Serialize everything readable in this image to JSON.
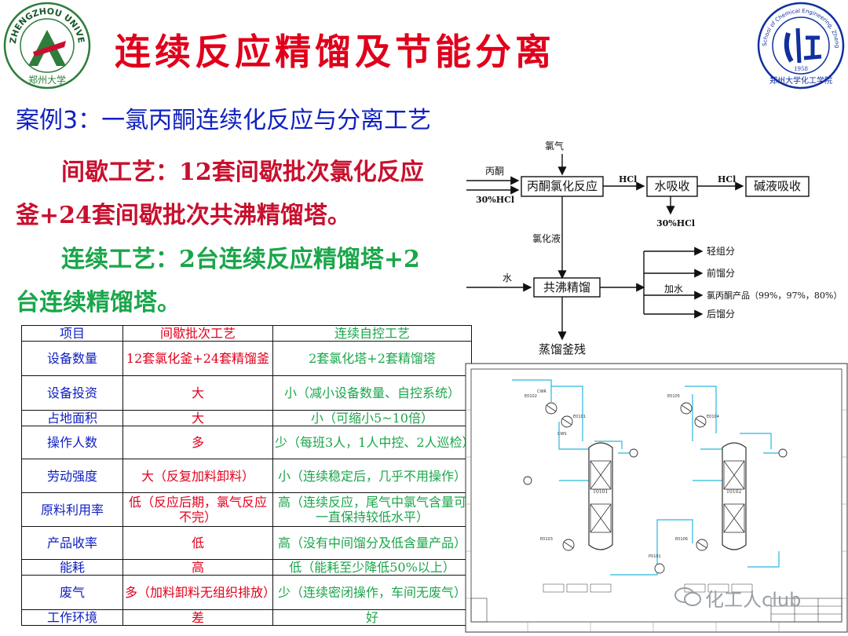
{
  "header": {
    "title": "连续反应精馏及节能分离",
    "left_logo": {
      "name": "zhengzhou-university-logo",
      "text_top": "ZHENGZHOU UNIVERSITY",
      "text_bottom": "郑州大学"
    },
    "right_logo": {
      "name": "school-of-chemical-engineering-logo",
      "text_top": "School of Chemical Engineering, Zhengzhou University",
      "text_bottom": "郑州大学化工学院",
      "year": "1958"
    }
  },
  "case_title": "案例3：一氯丙酮连续化反应与分离工艺",
  "batch_process": {
    "line1": "间歇工艺：12套间歇批次氯化反应",
    "line2": "釜+24套间歇批次共沸精馏塔。"
  },
  "continuous_process": {
    "line1": "连续工艺：2台连续反应精馏塔+2",
    "line2": "台连续精馏塔。"
  },
  "table": {
    "headers": [
      "项目",
      "间歇批次工艺",
      "连续自控工艺"
    ],
    "rows": [
      [
        "设备数量",
        "12套氯化釜+24套精馏釜",
        "2套氯化塔+2套精馏塔"
      ],
      [
        "设备投资",
        "大",
        "小（减小设备数量、自控系统）"
      ],
      [
        "占地面积",
        "大",
        "小（可缩小5~10倍）"
      ],
      [
        "操作人数",
        "多",
        "少（每班3人，1人中控、2人巡检）"
      ],
      [
        "劳动强度",
        "大（反复加料卸料）",
        "小（连续稳定后，几乎不用操作）"
      ],
      [
        "原料利用率",
        "低（反应后期，氯气反应不完）",
        "高（连续反应，尾气中氯气含量可一直保持较低水平）"
      ],
      [
        "产品收率",
        "低",
        "高（没有中间馏分及低含量产品）"
      ],
      [
        "能耗",
        "高",
        "低（能耗至少降低50%以上）"
      ],
      [
        "废气",
        "多（加料卸料无组织排放）",
        "少（连续密闭操作，车间无废气）"
      ],
      [
        "工作环境",
        "差",
        "好"
      ]
    ]
  },
  "flow_diagram": {
    "chlorine": "氯气",
    "acetone": "丙酮",
    "hcl_30_in": "30%HCl",
    "reactor": "丙酮氯化反应",
    "hcl1": "HCl",
    "water_absorb": "水吸收",
    "hcl2": "HCl",
    "alkali_absorb": "碱液吸收",
    "hcl_30_out": "30%HCl",
    "chlorinated_liquid": "氯化液",
    "water": "水",
    "azeotrope": "共沸精馏",
    "add_water": "加水",
    "light": "轻组分",
    "fore_cut": "前馏分",
    "product": "氯丙酮产品（99%，97%，80%）",
    "after_cut": "后馏分",
    "residue": "蒸馏釜残"
  },
  "pid": {
    "tower1": "T0101",
    "tower2": "T0102",
    "e0101": "E0101",
    "e0102": "E0102",
    "e0103": "E0103",
    "e0104": "E0104",
    "e0105": "E0105",
    "e0106": "E0106",
    "p0101": "P0101",
    "cwr": "CWR",
    "cws": "CWS"
  },
  "watermark": "化工人club",
  "colors": {
    "title_red": "#e0001b",
    "subtitle_blue": "#1020c0",
    "batch_red": "#c8102e",
    "continuous_green": "#1aa64a",
    "pipe_cyan": "#29b6e0"
  }
}
